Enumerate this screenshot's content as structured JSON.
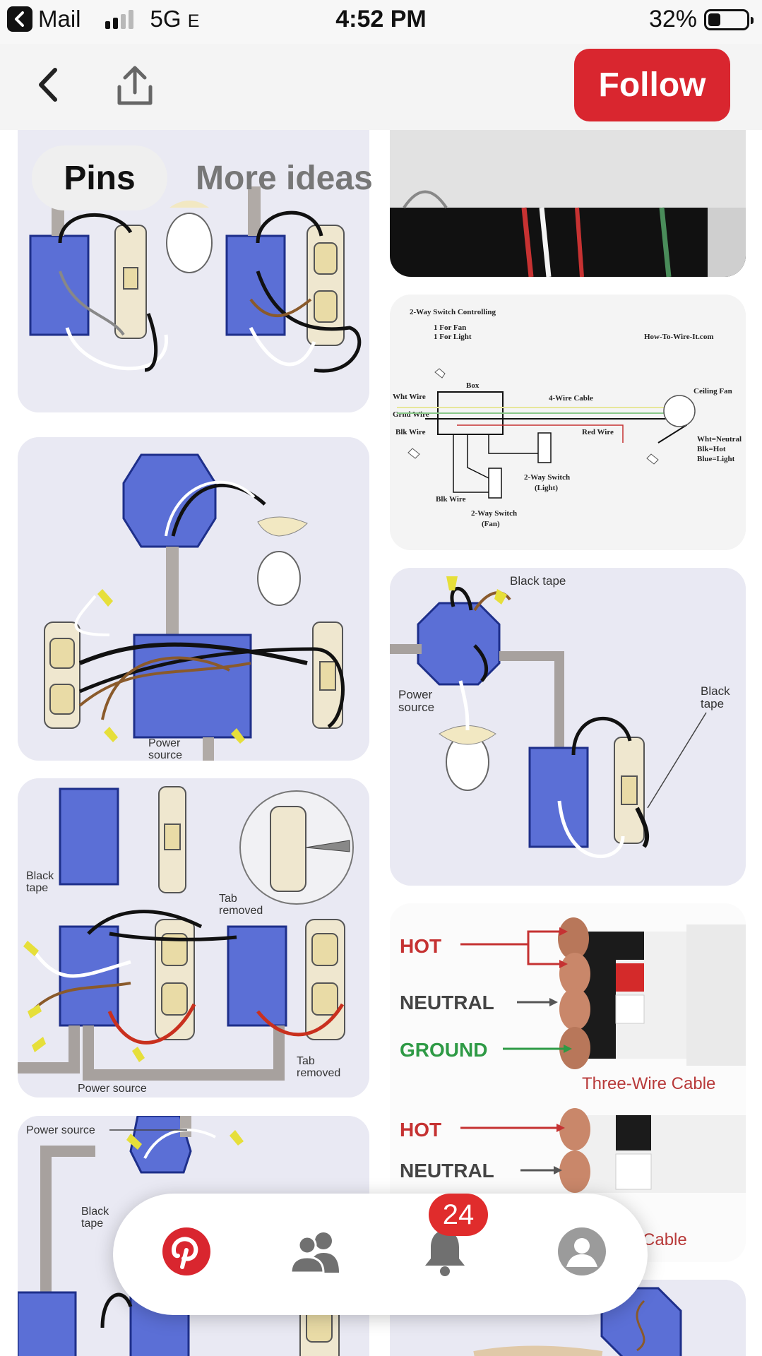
{
  "status_bar": {
    "back_app": "Mail",
    "network": "5G",
    "network_suffix": "E",
    "time": "4:52 PM",
    "battery": "32%",
    "battery_level": 0.32
  },
  "header": {
    "follow_label": "Follow",
    "icons": [
      "chevron-left-icon",
      "share-icon"
    ]
  },
  "tabs": [
    {
      "label": "Pins",
      "active": true
    },
    {
      "label": "More ideas",
      "active": false
    }
  ],
  "pins": {
    "switch_diagram": {
      "title_line1": "2-Way Switch Controlling",
      "title_line2": "1 For Fan",
      "title_line3": "1 For Light",
      "site": "How-To-Wire-It.com",
      "box": "Box",
      "cable": "4-Wire Cable",
      "ceiling_fan": "Ceiling Fan",
      "wht_wire": "Wht Wire",
      "grnd_wire": "Grnd Wire",
      "blk_wire": "Blk Wire",
      "red_wire": "Red Wire",
      "key1": "Wht=Neutral",
      "key2": "Blk=Hot",
      "key3": "Blue=Light",
      "switch_light_1": "2-Way Switch",
      "switch_light_2": "(Light)",
      "blk_wire_2": "Blk Wire",
      "switch_fan_1": "2-Way Switch",
      "switch_fan_2": "(Fan)"
    },
    "light_switch": {
      "black_tape_top": "Black tape",
      "power_1": "Power",
      "power_2": "source",
      "black_tape_right_1": "Black",
      "black_tape_right_2": "tape"
    },
    "outlets_light": {
      "power_1": "Power",
      "power_2": "source"
    },
    "three_outlets": {
      "black_tape_1": "Black",
      "black_tape_2": "tape",
      "tab_removed_1": "Tab",
      "tab_removed_2": "removed",
      "tab_removed_3": "Tab",
      "tab_removed_4": "removed",
      "power_source": "Power source"
    },
    "cables": {
      "hot": "HOT",
      "neutral": "NEUTRAL",
      "ground": "GROUND",
      "three_wire": "Three-Wire Cable",
      "hot2": "HOT",
      "neutral2": "NEUTRAL",
      "two_wire_partial": "re Cable"
    },
    "bottom_left": {
      "power_source": "Power source",
      "black_tape_1": "Black",
      "black_tape_2": "tape"
    }
  },
  "tab_bar": {
    "items": [
      "pinterest-logo-icon",
      "following-people-icon",
      "notifications-bell-icon",
      "profile-avatar-icon"
    ],
    "notification_count": "24"
  },
  "colors": {
    "brand_red": "#d9262f",
    "badge_red": "#e02c2c",
    "box_blue": "#5b6fd6",
    "diagram_bg": "#e8e8f2"
  }
}
